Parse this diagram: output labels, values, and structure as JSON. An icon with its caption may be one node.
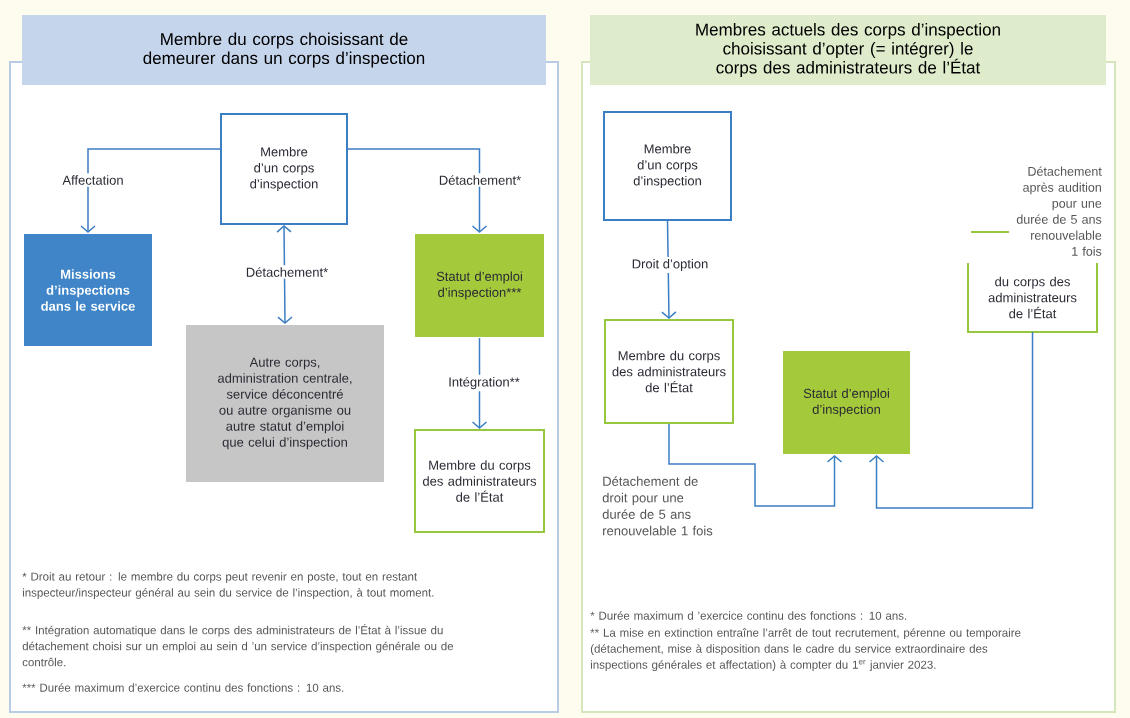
{
  "diagram": {
    "nodes": [
      {
        "text": [
          "Membre du corps choisissant de demeurer dans un corps d’inspection",
          "* Droit au retour : le membre du corps peut revenir en poste, tout en restant inspecteur/inspecteur général au sein du service de l’inspection, à tout moment.",
          "** Intégration automatique dans le corps des administrateurs de l’État à l’issue du détachement choisi sur un emploi au sein d ’un service d’inspection générale ou de contrôle.",
          "*** Durée maximum d’exercice continu des fonctions : 10 ans."
        ]
      },
      {
        "text": [
          "Membre d’un corps d’inspection"
        ],
        "in": 0
      },
      {
        "text": [
          "Missions d’inspections dans le service"
        ],
        "in": 0
      },
      {
        "text": [
          "Autre corps, administration centrale, service déconcentré ou autre organisme ou autre statut d’emploi que celui d’inspection"
        ],
        "in": 0
      },
      {
        "text": [
          "Statut d’emploi d’inspection***"
        ],
        "in": 0
      },
      {
        "text": [
          "Membre du corps des administrateurs de l’État"
        ],
        "in": 0
      },
      {
        "text": [
          "Membres actuels des corps d’inspection choisissant d’opter (= intégrer) le corps des administrateurs de l’État",
          "* Durée maximum d ’exercice continu des fonctions : 10 ans.",
          "** La mise en extinction entraîne l’arrêt de tout recrutement, pérenne ou temporaire (détachement, mise à disposition dans le cadre du service extraordinaire des inspections générales et affectation) à compter du 1$^{er}$ janvier 2023."
        ]
      },
      {
        "text": [
          "Membre d’un corps d’inspection"
        ],
        "in": 6
      },
      {
        "text": [
          "Membre du corps des administrateurs de l’État"
        ],
        "in": 6
      },
      {
        "text": [
          "Statut d’emploi d’inspection"
        ],
        "in": 6
      },
      {
        "text": [
          "du corps des administrateurs de l’État"
        ],
        "in": 6,
        "beside": [
          "Détachement après audition pour une durée de 5 ans renouvelable 1 fois"
        ]
      }
    ],
    "edges": [
      {
        "from": 1,
        "to": 2,
        "arrow": "to",
        "label": "Affectation"
      },
      {
        "from": 1,
        "to": 4,
        "arrow": "to",
        "label": "Détachement*"
      },
      {
        "from": 1,
        "to": 3,
        "arrow": "both",
        "label": "Détachement*"
      },
      {
        "from": 4,
        "to": 5,
        "arrow": "to",
        "label": "Intégration**"
      },
      {
        "from": 7,
        "to": 8,
        "arrow": "to",
        "label": "Droit d’option"
      },
      {
        "from": 8,
        "to": 9,
        "arrow": "to",
        "label": "Détachement de droit pour une durée de 5 ans renouvelable 1 fois"
      },
      {
        "from": 10,
        "to": 9,
        "arrow": "to"
      }
    ]
  }
}
